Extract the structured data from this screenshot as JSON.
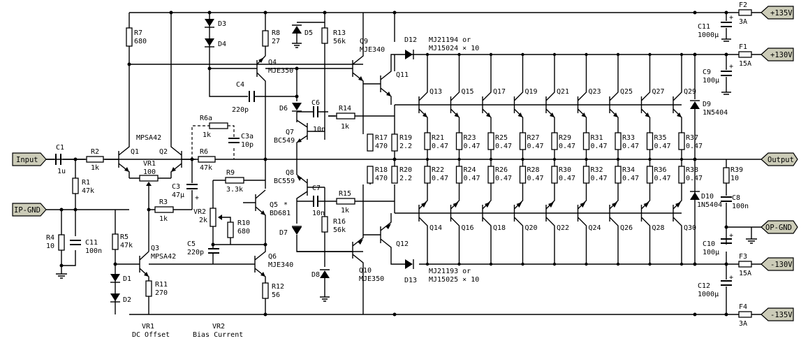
{
  "ports": {
    "plus135": "+135V",
    "plus130": "+130V",
    "minus130": "-130V",
    "minus135": "-135V",
    "input": "Input",
    "ipgnd": "IP-GND",
    "output": "Output",
    "opgnd": "OP-GND"
  },
  "fuses": {
    "f2": {
      "name": "F2",
      "value": "3A"
    },
    "f1": {
      "name": "F1",
      "value": "15A"
    },
    "f3": {
      "name": "F3",
      "value": "15A"
    },
    "f4": {
      "name": "F4",
      "value": "3A"
    }
  },
  "resistors": {
    "r1": {
      "name": "R1",
      "value": "47k"
    },
    "r2": {
      "name": "R2",
      "value": "1k"
    },
    "r3": {
      "name": "R3",
      "value": "1k"
    },
    "r4": {
      "name": "R4",
      "value": "10"
    },
    "r5": {
      "name": "R5",
      "value": "47k"
    },
    "r6": {
      "name": "R6",
      "value": "47k"
    },
    "r6a": {
      "name": "R6a",
      "value": "1k"
    },
    "r7": {
      "name": "R7",
      "value": "680"
    },
    "r8": {
      "name": "R8",
      "value": "27"
    },
    "r9": {
      "name": "R9",
      "value": "3.3k"
    },
    "r10": {
      "name": "R10",
      "value": "680"
    },
    "r11": {
      "name": "R11",
      "value": "270"
    },
    "r12": {
      "name": "R12",
      "value": "56"
    },
    "r13": {
      "name": "R13",
      "value": "56k"
    },
    "r14": {
      "name": "R14",
      "value": "1k"
    },
    "r15": {
      "name": "R15",
      "value": "1k"
    },
    "r16": {
      "name": "R16",
      "value": "56k"
    },
    "r17": {
      "name": "R17",
      "value": "470"
    },
    "r18": {
      "name": "R18",
      "value": "470"
    },
    "r19": {
      "name": "R19",
      "value": "2.2"
    },
    "r20": {
      "name": "R20",
      "value": "2.2"
    },
    "r39": {
      "name": "R39",
      "value": "10"
    }
  },
  "emitter_resistors_top": [
    {
      "name": "R21",
      "value": "0.47"
    },
    {
      "name": "R23",
      "value": "0.47"
    },
    {
      "name": "R25",
      "value": "0.47"
    },
    {
      "name": "R27",
      "value": "0.47"
    },
    {
      "name": "R29",
      "value": "0.47"
    },
    {
      "name": "R31",
      "value": "0.47"
    },
    {
      "name": "R33",
      "value": "0.47"
    },
    {
      "name": "R35",
      "value": "0.47"
    },
    {
      "name": "R37",
      "value": "0.47"
    }
  ],
  "emitter_resistors_bottom": [
    {
      "name": "R22",
      "value": "0.47"
    },
    {
      "name": "R24",
      "value": "0.47"
    },
    {
      "name": "R26",
      "value": "0.47"
    },
    {
      "name": "R28",
      "value": "0.47"
    },
    {
      "name": "R30",
      "value": "0.47"
    },
    {
      "name": "R32",
      "value": "0.47"
    },
    {
      "name": "R34",
      "value": "0.47"
    },
    {
      "name": "R36",
      "value": "0.47"
    },
    {
      "name": "R38",
      "value": "0.47"
    }
  ],
  "output_transistors_top": [
    "Q13",
    "Q15",
    "Q17",
    "Q19",
    "Q21",
    "Q23",
    "Q25",
    "Q27",
    "Q29"
  ],
  "output_transistors_bottom": [
    "Q14",
    "Q16",
    "Q18",
    "Q20",
    "Q22",
    "Q24",
    "Q26",
    "Q28",
    "Q30"
  ],
  "capacitors": {
    "c1": {
      "name": "C1",
      "value": "1u"
    },
    "c3": {
      "name": "C3",
      "value": "47µ"
    },
    "c3a": {
      "name": "C3a",
      "value": "10p"
    },
    "c4": {
      "name": "C4",
      "value": "220p"
    },
    "c5": {
      "name": "C5",
      "value": "220p"
    },
    "c6": {
      "name": "C6",
      "value": "10n"
    },
    "c7": {
      "name": "C7",
      "value": "10n"
    },
    "c8": {
      "name": "C8",
      "value": "100n"
    },
    "c9": {
      "name": "C9",
      "value": "100µ"
    },
    "c10": {
      "name": "C10",
      "value": "100µ"
    },
    "c11a": {
      "name": "C11",
      "value": "100n"
    },
    "c11b": {
      "name": "C11",
      "value": "1000µ"
    },
    "c12": {
      "name": "C12",
      "value": "1000µ"
    }
  },
  "diodes": {
    "d1": "D1",
    "d2": "D2",
    "d3": "D3",
    "d4": "D4",
    "d5": "D5",
    "d6": "D6",
    "d7": "D7",
    "d8": "D8",
    "d9": {
      "name": "D9",
      "value": "1N5404"
    },
    "d10": {
      "name": "D10",
      "value": "1N5404"
    },
    "d12": "D12",
    "d13": "D13"
  },
  "transistors": {
    "q1": "Q1",
    "q2": "Q2",
    "q12type": "MPSA42",
    "q3": {
      "name": "Q3",
      "value": "MPSA42"
    },
    "q4": {
      "name": "Q4",
      "value": "MJE350"
    },
    "q5": {
      "name": "Q5",
      "value": "BD681",
      "mark": "*"
    },
    "q6": {
      "name": "Q6",
      "value": "MJE340"
    },
    "q7": {
      "name": "Q7",
      "value": "BC549"
    },
    "q8": {
      "name": "Q8",
      "value": "BC559"
    },
    "q9": {
      "name": "Q9",
      "value": "MJE340"
    },
    "q10": {
      "name": "Q10",
      "value": "MJE350"
    },
    "q11": "Q11",
    "q12": "Q12"
  },
  "pots": {
    "vr1": {
      "name": "VR1",
      "value": "100"
    },
    "vr2": {
      "name": "VR2",
      "value": "2k"
    }
  },
  "notes": {
    "npn_out_1": "MJ21194 or",
    "npn_out_2": "MJ15024 × 10",
    "pnp_out_1": "MJ21193 or",
    "pnp_out_2": "MJ15025 × 10",
    "vr1_caption_1": "VR1",
    "vr1_caption_2": "DC Offset",
    "vr2_caption_1": "VR2",
    "vr2_caption_2": "Bias Current"
  }
}
